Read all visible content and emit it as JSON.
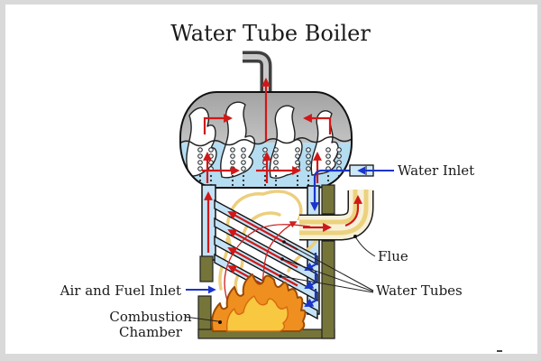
{
  "title": "Water Tube Boiler",
  "labels": {
    "water_inlet": "Water Inlet",
    "flue": "Flue",
    "water_tubes": "Water Tubes",
    "air_fuel_inlet": "Air and Fuel Inlet",
    "combustion_line1": "Combustion",
    "combustion_line2": "Chamber"
  },
  "colors": {
    "frame": "#d9d9d9",
    "text": "#1a1a1a",
    "water_blue": "#b5ddf2",
    "tube_blue": "#c4e2f6",
    "steam_gray_top": "#a3a3a3",
    "steam_gray_bottom": "#dedede",
    "wall_olive": "#75753a",
    "flue_cream": "#f8f1da",
    "flue_yellow": "#ecd27e",
    "gas_yellow": "#eccf7e",
    "flame_orange": "#ef8f1f",
    "flame_yellow": "#f9c841",
    "flame_outline": "#9c4a00",
    "arrow_red": "#d01818",
    "arrow_blue": "#1a35cc"
  }
}
